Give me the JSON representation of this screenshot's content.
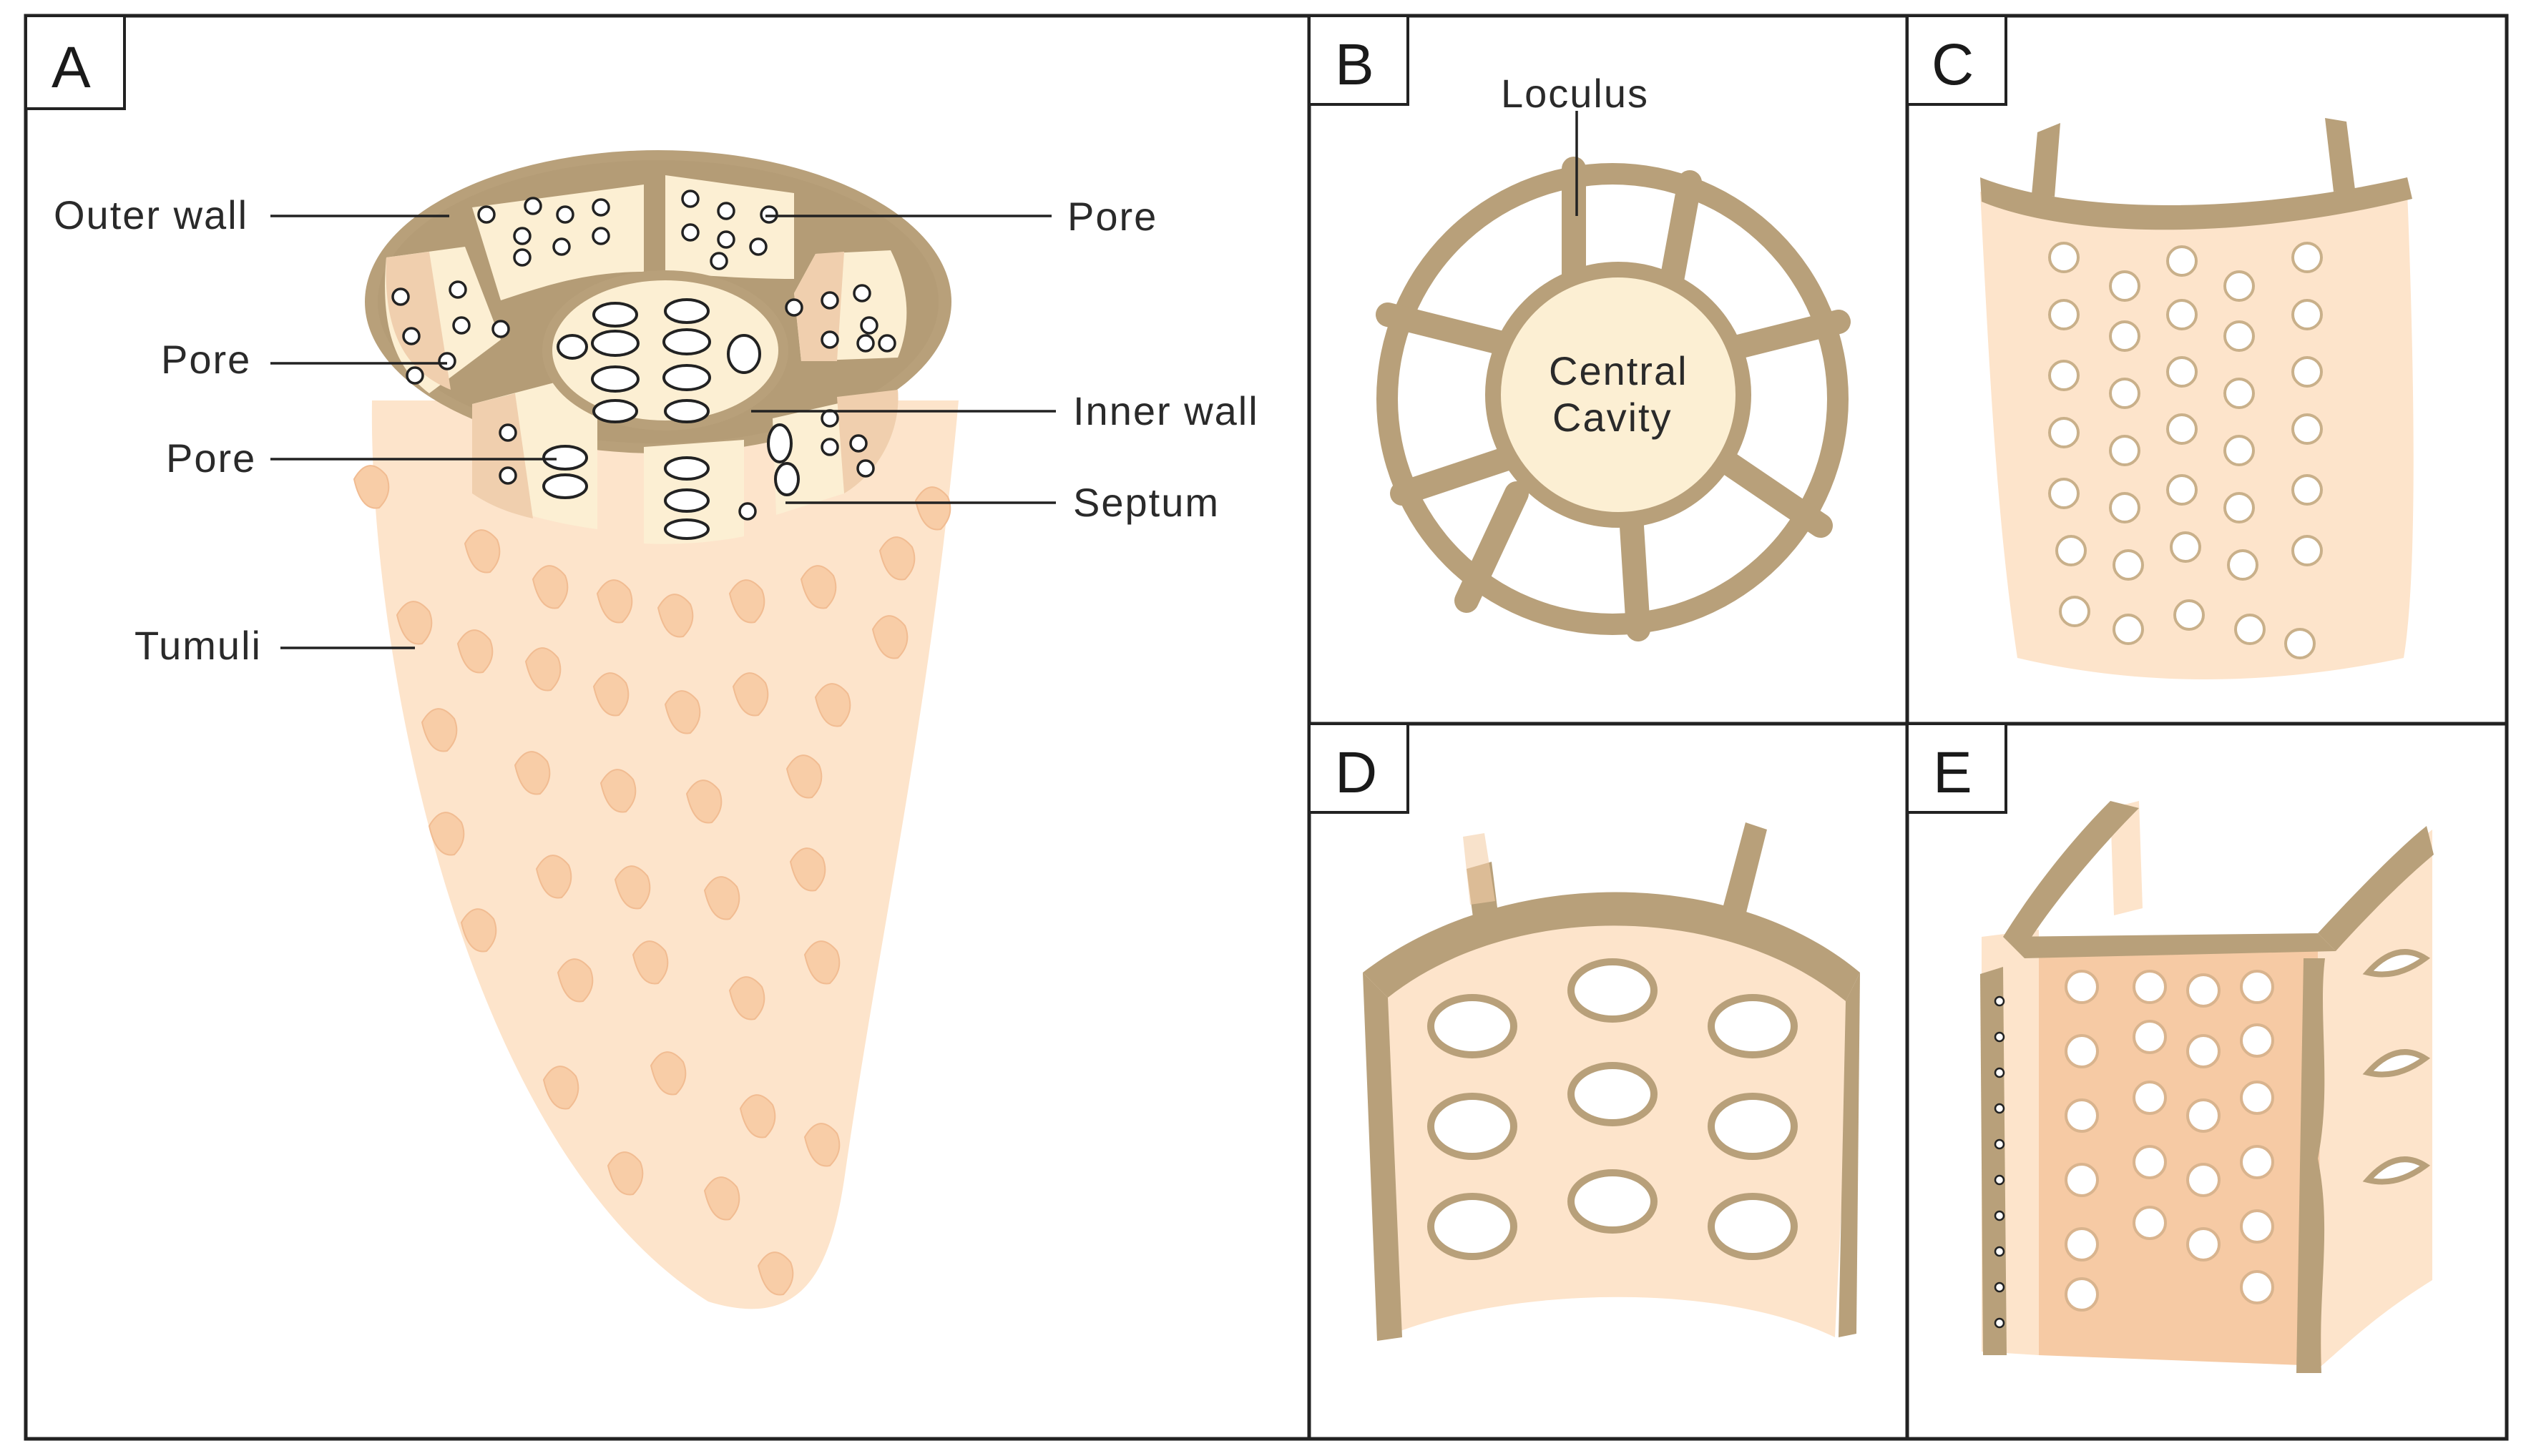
{
  "panels": {
    "a": {
      "letter": "A"
    },
    "b": {
      "letter": "B"
    },
    "c": {
      "letter": "C"
    },
    "d": {
      "letter": "D"
    },
    "e": {
      "letter": "E"
    }
  },
  "labels": {
    "outer_wall": "Outer wall",
    "pore_top_right": "Pore",
    "pore_left_upper": "Pore",
    "pore_left_lower": "Pore",
    "inner_wall": "Inner wall",
    "septum": "Septum",
    "tumuli": "Tumuli",
    "loculus": "Loculus",
    "central_line1": "Central",
    "central_line2": "Cavity"
  },
  "colors": {
    "wall": "#b8a07a",
    "cream": "#fbefd2",
    "tissue": "#fde4cb",
    "tissue_dark": "#f6caa4",
    "shade": "#ecc4a4"
  }
}
